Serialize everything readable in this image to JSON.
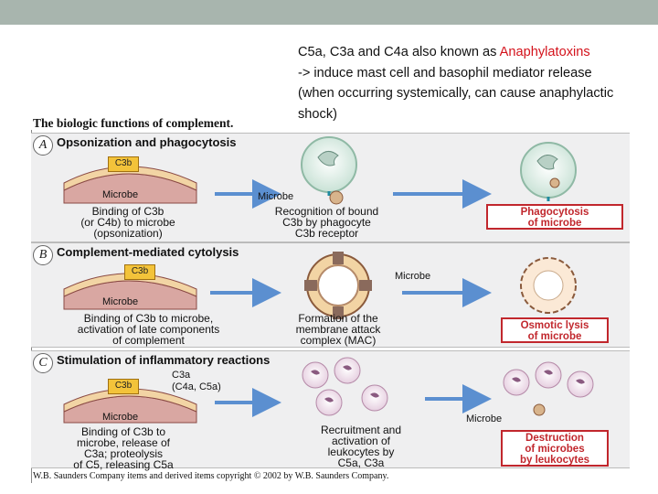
{
  "note": {
    "line1_prefix": "C5a, C3a and C4a   also known as ",
    "line1_highlight": "Anaphylatoxins",
    "line2": "-> induce mast cell and basophil mediator release",
    "line3": "(when occurring systemically, can cause anaphylactic",
    "line4": "shock)"
  },
  "figure_title": "The biologic functions of complement.",
  "panels": [
    {
      "letter": "A",
      "heading": "Opsonization and phagocytosis",
      "c3b_label": "C3b",
      "microbe_label": "Microbe",
      "caption1": [
        "Binding of C3b",
        "(or C4b) to microbe",
        "(opsonization)"
      ],
      "side_label": "Microbe",
      "caption2": [
        "Recognition of bound",
        "C3b by phagocyte",
        "C3b receptor"
      ],
      "result": [
        "Phagocytosis",
        "of microbe"
      ]
    },
    {
      "letter": "B",
      "heading": "Complement-mediated cytolysis",
      "c3b_label": "C3b",
      "microbe_label": "Microbe",
      "caption1": [
        "Binding of C3b to microbe,",
        "activation of late components",
        "of complement"
      ],
      "side_label": "Microbe",
      "caption2": [
        "Formation of the",
        "membrane attack",
        "complex (MAC)"
      ],
      "result": [
        "Osmotic lysis",
        "of microbe"
      ]
    },
    {
      "letter": "C",
      "heading": "Stimulation of inflammatory reactions",
      "c3b_label": "C3b",
      "c3a_label": "C3a",
      "c3a_sub": "(C4a, C5a)",
      "microbe_label": "Microbe",
      "caption1": [
        "Binding of C3b to",
        "microbe, release of",
        "C3a; proteolysis",
        "of C5, releasing C5a"
      ],
      "side_label": "Microbe",
      "caption2": [
        "Recruitment and",
        "activation of",
        "leukocytes by",
        "C5a, C3a"
      ],
      "result": [
        "Destruction",
        "of microbes",
        "by leukocytes"
      ]
    }
  ],
  "copyright": "W.B. Saunders Company items and derived items copyright © 2002 by W.B. Saunders Company."
}
